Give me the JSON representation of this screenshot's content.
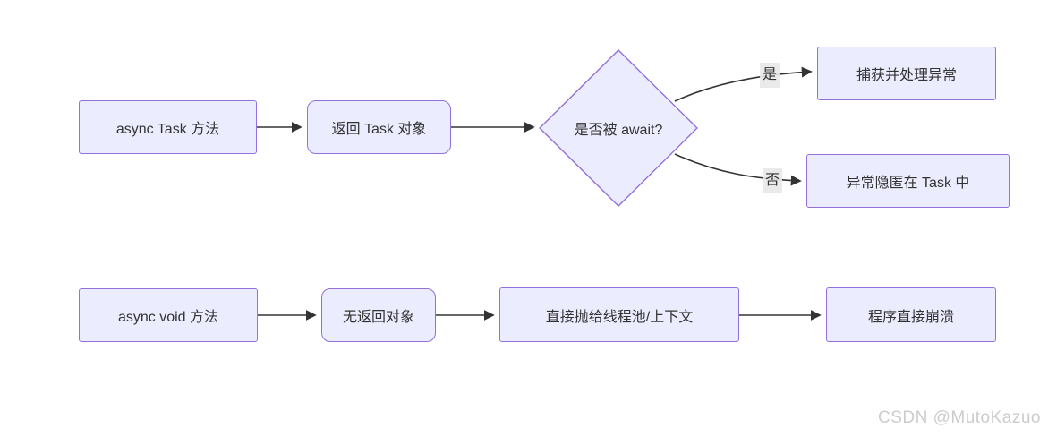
{
  "diagram": {
    "type": "flowchart",
    "background_color": "#ffffff",
    "node_fill_color": "#ECECFF",
    "node_border_color": "#9370DB",
    "edge_color": "#333333",
    "text_color": "#333333",
    "edge_label_background": "#e8e8e8",
    "nodes": [
      {
        "id": "async-task-method",
        "label": "async Task 方法",
        "shape": "rectangle"
      },
      {
        "id": "return-task-object",
        "label": "返回 Task 对象",
        "shape": "rounded"
      },
      {
        "id": "await-decision",
        "label": "是否被 await?",
        "shape": "diamond"
      },
      {
        "id": "catch-and-handle",
        "label": "捕获并处理异常",
        "shape": "rectangle"
      },
      {
        "id": "hidden-in-task",
        "label": "异常隐匿在 Task 中",
        "shape": "rectangle"
      },
      {
        "id": "async-void-method",
        "label": "async void 方法",
        "shape": "rectangle"
      },
      {
        "id": "no-return-object",
        "label": "无返回对象",
        "shape": "rounded"
      },
      {
        "id": "throw-to-threadpool",
        "label": "直接抛给线程池/上下文",
        "shape": "rectangle"
      },
      {
        "id": "program-crash",
        "label": "程序直接崩溃",
        "shape": "rectangle"
      }
    ],
    "edges": [
      {
        "from": "async-task-method",
        "to": "return-task-object",
        "label": ""
      },
      {
        "from": "return-task-object",
        "to": "await-decision",
        "label": ""
      },
      {
        "from": "await-decision",
        "to": "catch-and-handle",
        "label": "是"
      },
      {
        "from": "await-decision",
        "to": "hidden-in-task",
        "label": "否"
      },
      {
        "from": "async-void-method",
        "to": "no-return-object",
        "label": ""
      },
      {
        "from": "no-return-object",
        "to": "throw-to-threadpool",
        "label": ""
      },
      {
        "from": "throw-to-threadpool",
        "to": "program-crash",
        "label": ""
      }
    ],
    "edge_labels": {
      "yes": "是",
      "no": "否"
    }
  },
  "watermark": {
    "text": "CSDN @MutoKazuo",
    "color": "#cccccc"
  }
}
